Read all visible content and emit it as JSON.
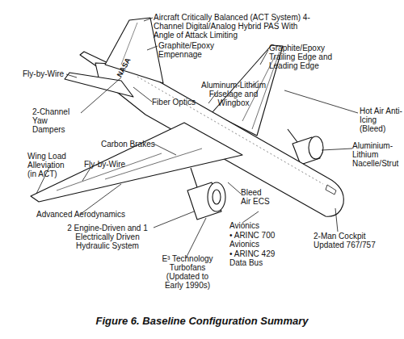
{
  "diagram": {
    "caption": "Figure 6. Baseline Configuration Summary",
    "labels": [
      "Aircraft Critically Balanced (ACT System) 4-Channel Digital/Analog Hybrid PAS With Angle of Attack Limiting",
      "Graphite/Epoxy Empennage",
      "Fly-by-Wire",
      "2-Channel Yaw Dampers",
      "Fiber Optics",
      "Graphite/Epoxy Trailing Edge and Leading Edge",
      "Aluminum-Lithium Fuselage and Wingbox",
      "Hot Air Anti-Icing (Bleed)",
      "Aluminium-Lithium Nacelle/Strut",
      "Carbon Brakes",
      "Wing Load Alleviation (in ACT)",
      "Fly-by-Wire",
      "Bleed Air ECS",
      "Advanced Aerodynamics",
      "2 Engine-Driven and 1 Electrically Driven Hydraulic System",
      "E³ Technology Turbofans (Updated to Early 1990s)",
      "Avionics",
      "• ARINC 700 Avionics",
      "• ARINC 429 Data Bus",
      "2-Man Cockpit Updated 767/757",
      "NASA"
    ]
  }
}
